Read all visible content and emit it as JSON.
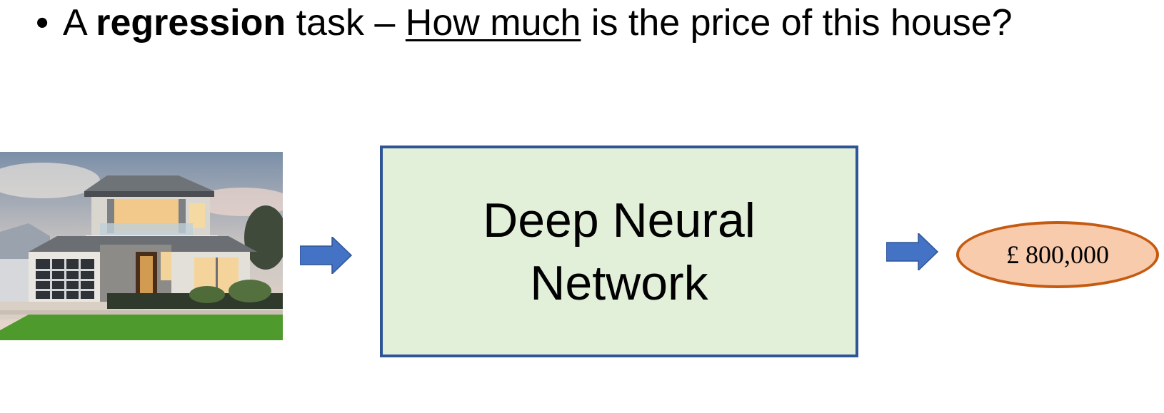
{
  "heading": {
    "bullet": "•",
    "part1": "A ",
    "bold_word": "regression",
    "part2": " task – ",
    "underlined": "How much",
    "part3": " is the price of this house?"
  },
  "diagram": {
    "input_image": "house-photo",
    "model_label": "Deep Neural Network",
    "output_value": "£ 800,000",
    "colors": {
      "arrow": "#4472c4",
      "box_border": "#2e5597",
      "box_fill": "#e2efd9",
      "ellipse_border": "#c55a11",
      "ellipse_fill": "#f8cbad"
    }
  }
}
